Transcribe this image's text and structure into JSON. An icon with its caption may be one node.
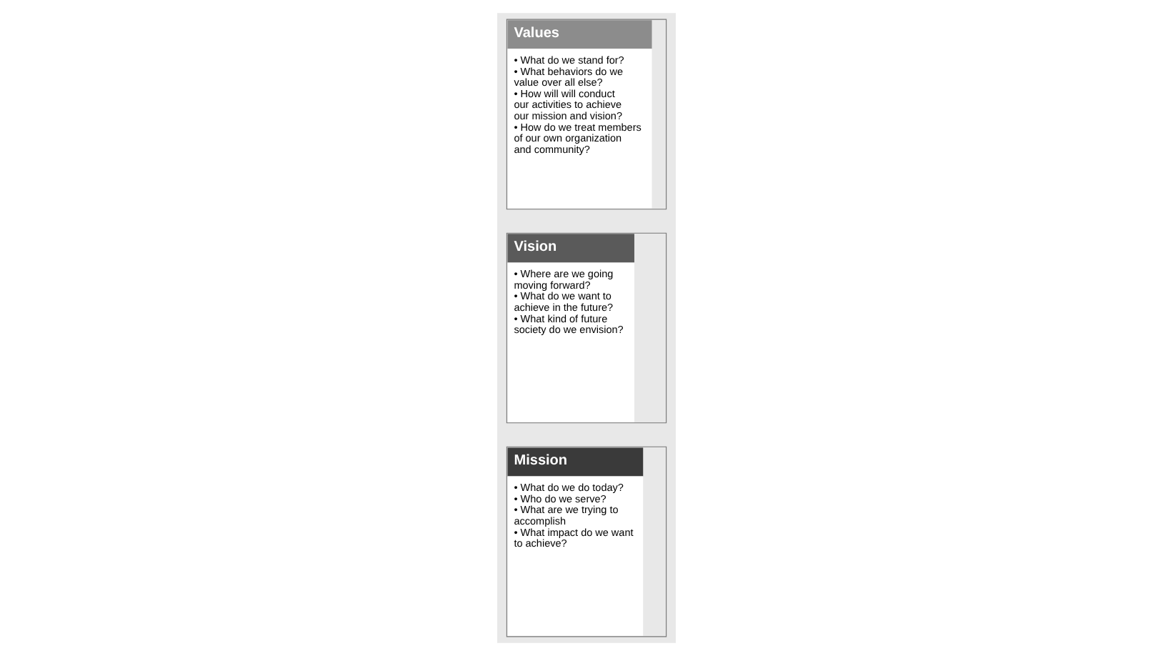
{
  "diagram": {
    "nodes": [
      {
        "text": [
          "Mission",
          "• What do we do today?",
          "• Who do we serve?",
          "• What are we trying to accomplish",
          "• What impact do we want to achieve?"
        ]
      },
      {
        "text": [
          "Vision",
          "• Where are we going moving forward?",
          "• What do we want to achieve in the future?",
          "• What kind of future society do we envision?"
        ]
      },
      {
        "text": [
          "Values",
          "• What do we stand for?",
          "• What behaviors do we value over all else?",
          "• How will will conduct our activities to achieve our mission and vision?",
          "• How do we treat members of our own organization and community?"
        ]
      }
    ],
    "edges": []
  }
}
